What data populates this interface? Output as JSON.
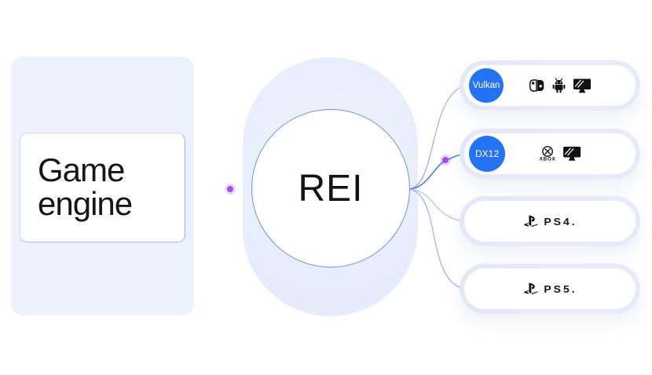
{
  "diagram": {
    "source": {
      "label": "Game engine"
    },
    "hub": {
      "label": "REI"
    },
    "targets": [
      {
        "badge": "Vulkan",
        "platforms": [
          "nintendo-switch",
          "android",
          "desktop"
        ]
      },
      {
        "badge": "DX12",
        "platforms": [
          "xbox",
          "desktop"
        ],
        "xbox_label": "XBOX"
      },
      {
        "wordmark": "PS4."
      },
      {
        "wordmark": "PS5."
      }
    ],
    "colors": {
      "badge_blue": "#2573f5",
      "left_panel": "#edf1fe",
      "capsule": "#e8eefb",
      "hub_border": "#6a93e6",
      "wire_blue": "#4e7fd2",
      "wire_light": "#b7c6e6",
      "wire_purple": "#c9b6ec",
      "dot_purple": "#a94af0"
    }
  }
}
